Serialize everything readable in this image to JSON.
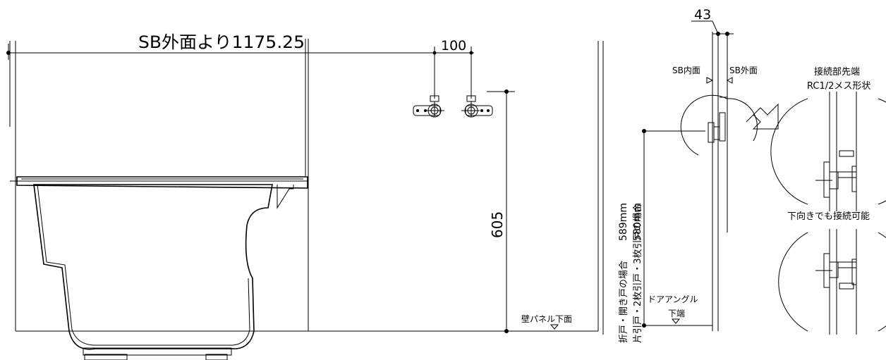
{
  "labels": {
    "overall_dimension": "SB外面より1175.25",
    "pipe_spacing": "100",
    "height_605": "605",
    "panel_bottom": "壁パネル下面",
    "thickness_43": "43",
    "sb_inner": "SB内面",
    "sb_outer": "SB外面",
    "height_589": "589mm",
    "height_580": "580mm",
    "case_hinged": "折戸・開き戸の場合",
    "case_sliding": "片引戸・2枚引戸・3枚引戸の場合",
    "door_angle_line1": "ドアアングル",
    "door_angle_line2": "下端",
    "connection_tip": "接続部先端",
    "thread_spec": "RC1/2メス形状",
    "downward_ok": "下向きでも接続可能"
  }
}
